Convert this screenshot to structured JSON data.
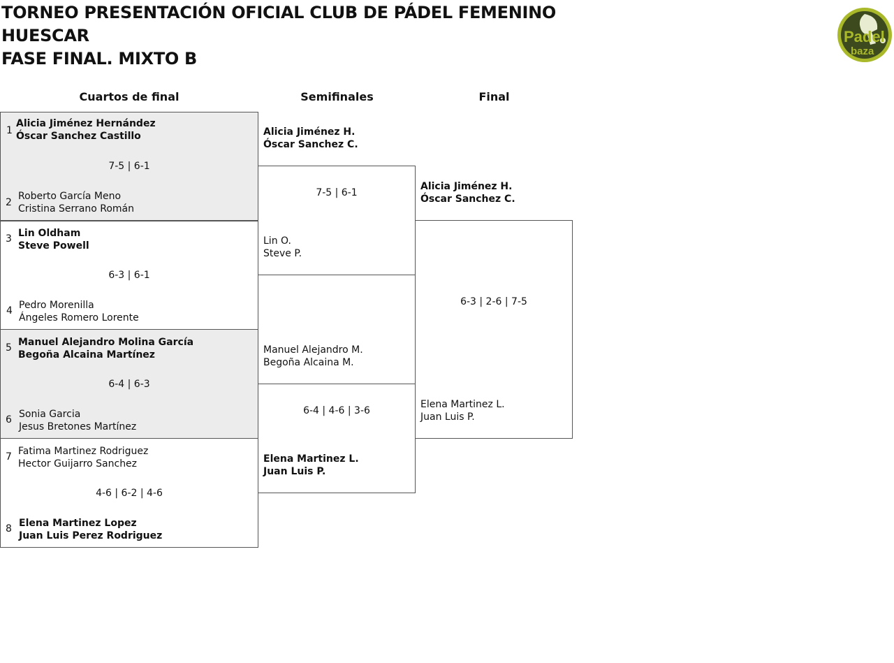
{
  "header": {
    "title_line1": "TORNEO PRESENTACIÓN OFICIAL CLUB DE PÁDEL FEMENINO",
    "title_line2": "HUESCAR",
    "title_line3": "FASE FINAL. MIXTO B",
    "logo_text_top": "Padel",
    "logo_text_bottom": "baza"
  },
  "columns": {
    "quarters": "Cuartos de final",
    "semis": "Semifinales",
    "final": "Final"
  },
  "quarterfinals": [
    {
      "top_seed": "1",
      "top_p1": "Alicia Jiménez Hernández",
      "top_p2": "Óscar Sanchez Castillo",
      "score": "7-5 | 6-1",
      "bot_seed": "2",
      "bot_p1": "Roberto García Meno",
      "bot_p2": "Cristina Serrano Román"
    },
    {
      "top_seed": "3",
      "top_p1": "Lin Oldham",
      "top_p2": "Steve Powell",
      "score": "6-3 | 6-1",
      "bot_seed": "4",
      "bot_p1": "Pedro Morenilla",
      "bot_p2": "Ángeles Romero Lorente"
    },
    {
      "top_seed": "5",
      "top_p1": "Manuel Alejandro Molina García",
      "top_p2": "Begoña Alcaina Martínez",
      "score": "6-4 | 6-3",
      "bot_seed": "6",
      "bot_p1": "Sonia Garcia",
      "bot_p2": "Jesus Bretones Martínez"
    },
    {
      "top_seed": "7",
      "top_p1": "Fatima Martinez Rodriguez",
      "top_p2": "Hector Guijarro Sanchez",
      "score": "4-6 | 6-2 | 4-6",
      "bot_seed": "8",
      "bot_p1": "Elena Martinez Lopez",
      "bot_p2": "Juan Luis Perez Rodriguez"
    }
  ],
  "semifinals": [
    {
      "top_p1": "Alicia Jiménez H.",
      "top_p2": "Óscar Sanchez C.",
      "score": "7-5 | 6-1",
      "bot_p1": "Lin O.",
      "bot_p2": "Steve P."
    },
    {
      "top_p1": "Manuel Alejandro M.",
      "top_p2": "Begoña Alcaina M.",
      "score": "6-4 | 4-6 | 3-6",
      "bot_p1": "Elena Martinez L.",
      "bot_p2": "Juan Luis P."
    }
  ],
  "final": {
    "top_p1": "Alicia Jiménez H.",
    "top_p2": "Óscar Sanchez C.",
    "score": "6-3 | 2-6 | 7-5",
    "bot_p1": "Elena Martinez L.",
    "bot_p2": "Juan Luis P."
  },
  "colors": {
    "logo_green": "#a9b92a",
    "logo_dark": "#3c4a1e",
    "shade": "#ececec"
  }
}
